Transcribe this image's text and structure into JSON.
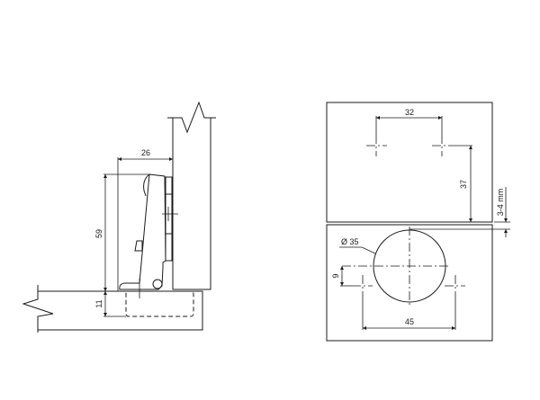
{
  "side_view": {
    "dim_width": "26",
    "dim_height": "59",
    "dim_cup_depth": "11"
  },
  "drilling_view": {
    "dim_screw_spacing": "32",
    "dim_screw_offset": "37",
    "dim_gap": "3-4 mm",
    "dim_cup_diameter": "Ø 35",
    "dim_cup_offset": "9",
    "dim_dowel_spacing": "45"
  }
}
